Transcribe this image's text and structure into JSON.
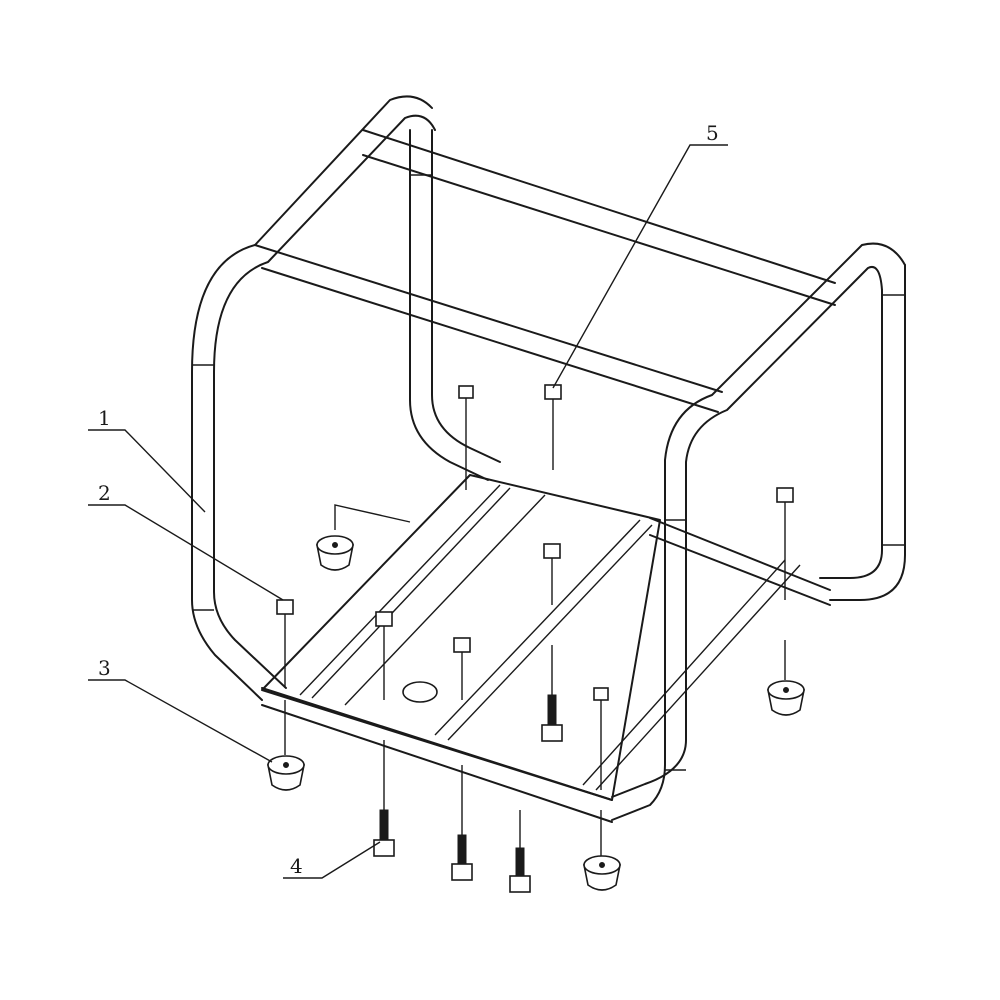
{
  "diagram": {
    "callouts": [
      {
        "label": "1"
      },
      {
        "label": "2"
      },
      {
        "label": "3"
      },
      {
        "label": "4"
      },
      {
        "label": "5"
      }
    ]
  },
  "colors": {
    "line": "#1a1a1a",
    "background": "#ffffff"
  }
}
